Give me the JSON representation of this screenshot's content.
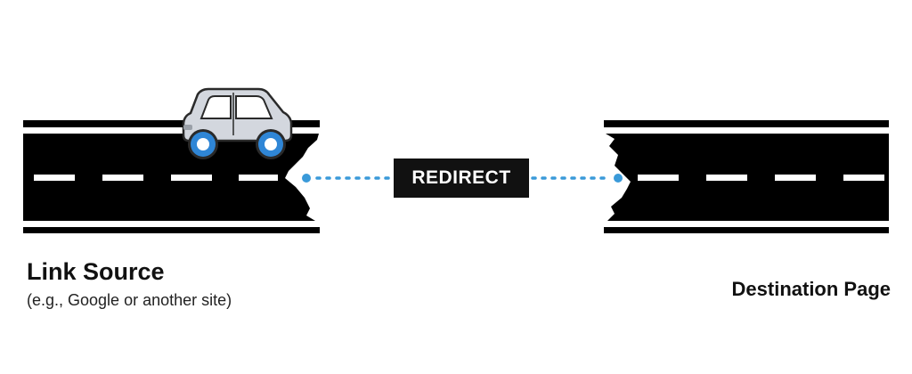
{
  "connector": {
    "label": "REDIRECT",
    "dot_color": "#3a9ad9"
  },
  "source": {
    "title": "Link Source",
    "subtitle": "(e.g., Google or another site)"
  },
  "destination": {
    "title": "Destination Page"
  },
  "colors": {
    "road": "#000000",
    "lane_marking": "#ffffff",
    "car_body": "#d3d7de",
    "car_wheel": "#2f86d6",
    "label_bg": "#111111"
  },
  "icons": {
    "vehicle": "car-icon",
    "road_left": "broken-road-left",
    "road_right": "broken-road-right"
  }
}
